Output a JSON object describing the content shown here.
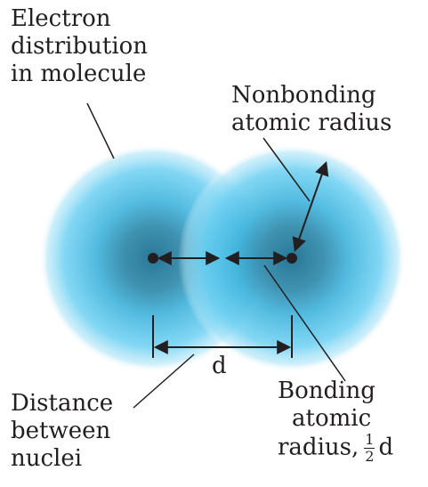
{
  "diagram": {
    "labels": {
      "electron_distribution": [
        "Electron",
        "distribution",
        "in molecule"
      ],
      "nonbonding": [
        "Nonbonding",
        "atomic radius"
      ],
      "distance_symbol": "d",
      "distance_between_nuclei": [
        "Distance",
        "between",
        "nuclei"
      ],
      "bonding": [
        "Bonding",
        "atomic",
        "radius,"
      ],
      "fraction_numerator": "1",
      "fraction_denominator": "2",
      "bonding_symbol": "d"
    },
    "colors": {
      "cloud_outer": "#5fcaf0",
      "cloud_core": "#2a7e9e",
      "ink": "#231f20"
    }
  }
}
